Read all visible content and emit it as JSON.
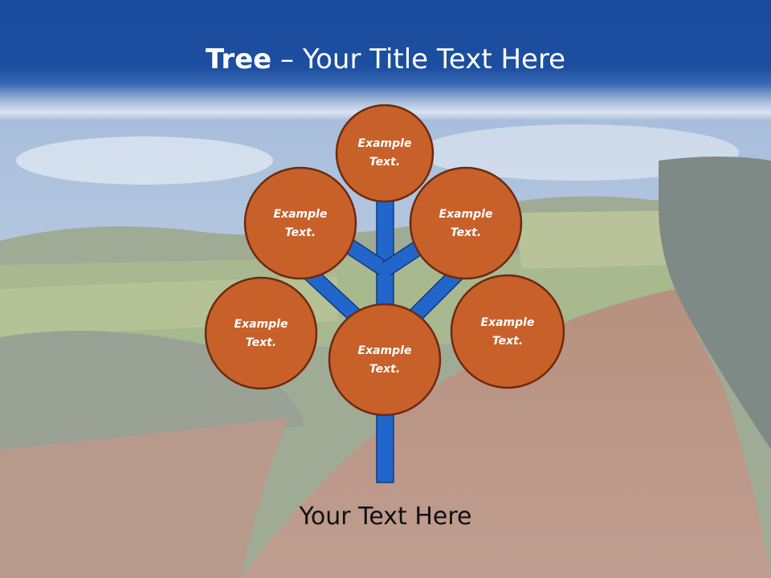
{
  "slide": {
    "title_bold": "Tree",
    "title_rest": " – Your Title Text Here",
    "caption": "Your Text Here"
  },
  "nodes": [
    {
      "line1": "Example",
      "line2": "Text."
    },
    {
      "line1": "Example",
      "line2": "Text."
    },
    {
      "line1": "Example",
      "line2": "Text."
    },
    {
      "line1": "Example",
      "line2": "Text."
    },
    {
      "line1": "Example",
      "line2": "Text."
    },
    {
      "line1": "Example",
      "line2": "Text."
    }
  ],
  "colors": {
    "header": "#1c4fa0",
    "trunk": "#2266cc",
    "node_fill": "#c8602a",
    "node_stroke": "#6e2a10"
  }
}
